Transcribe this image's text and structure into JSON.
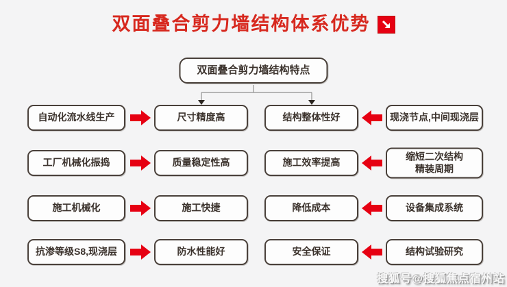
{
  "title": {
    "text": "双面叠合剪力墙结构体系优势",
    "icon": "diagonal-arrow-down-right"
  },
  "root_node": "双面叠合剪力墙结构特点",
  "rows": [
    {
      "left": "自动化流水线生产",
      "mid_left": "尺寸精度高",
      "mid_right": "结构整体性好",
      "right": "现浇节点,中间现浇层"
    },
    {
      "left": "工厂机械化振捣",
      "mid_left": "质量稳定性高",
      "mid_right": "施工效率提高",
      "right": "缩短二次结构\n精装周期"
    },
    {
      "left": "施工机械化",
      "mid_left": "施工快捷",
      "mid_right": "降低成本",
      "right": "设备集成系统"
    },
    {
      "left": "抗渗等级S8,现浇层",
      "mid_left": "防水性能好",
      "mid_right": "安全保证",
      "right": "结构试验研究"
    }
  ],
  "watermark": "搜狐号@搜狐焦点宿州站",
  "colors": {
    "background": "#f4f4f5",
    "title_red": "#d7281e",
    "arrow_red": "#e60012",
    "box_border": "#49403a",
    "box_fill": "#fdfdfd",
    "text": "#3b322c",
    "connector_gray": "#8f8f8f"
  }
}
